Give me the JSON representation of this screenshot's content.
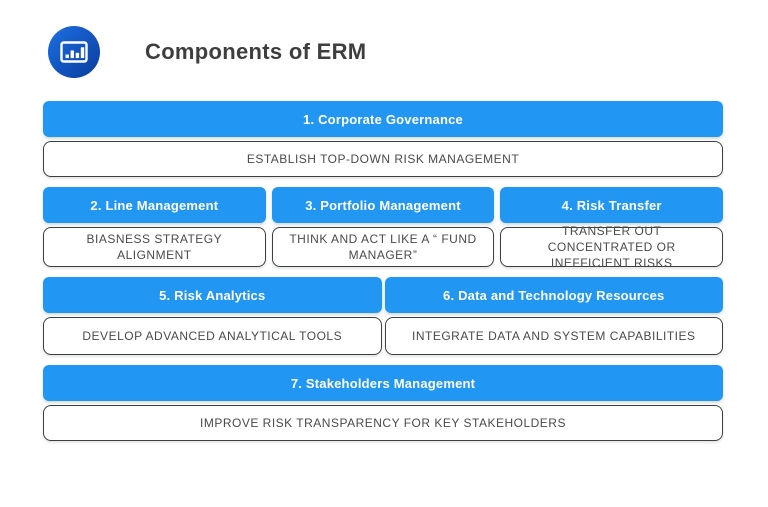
{
  "header": {
    "title": "Components of ERM",
    "icon": "bar-chart-icon"
  },
  "colors": {
    "accent_blue": "#2196f3",
    "logo_gradient_start": "#1c6fe4",
    "logo_gradient_end": "#0a3d9c",
    "box_border": "#3f3f3f",
    "body_text": "#4a4a4a",
    "title_text": "#3e3e3e"
  },
  "diagram": {
    "rows": [
      {
        "columns": [
          {
            "header": "1. Corporate Governance",
            "body": "ESTABLISH TOP-DOWN RISK MANAGEMENT"
          }
        ]
      },
      {
        "columns": [
          {
            "header": "2. Line Management",
            "body": "BIASNESS STRATEGY ALIGNMENT"
          },
          {
            "header": "3. Portfolio Management",
            "body": "THINK AND ACT LIKE A “ FUND MANAGER”"
          },
          {
            "header": "4. Risk Transfer",
            "body": "TRANSFER OUT CONCENTRATED OR INEFFICIENT RISKS"
          }
        ]
      },
      {
        "columns": [
          {
            "header": "5. Risk Analytics",
            "body": "DEVELOP ADVANCED ANALYTICAL TOOLS"
          },
          {
            "header": "6. Data and Technology Resources",
            "body": "INTEGRATE DATA AND SYSTEM CAPABILITIES"
          }
        ]
      },
      {
        "columns": [
          {
            "header": "7. Stakeholders Management",
            "body": "IMPROVE RISK TRANSPARENCY FOR KEY STAKEHOLDERS"
          }
        ]
      }
    ]
  }
}
